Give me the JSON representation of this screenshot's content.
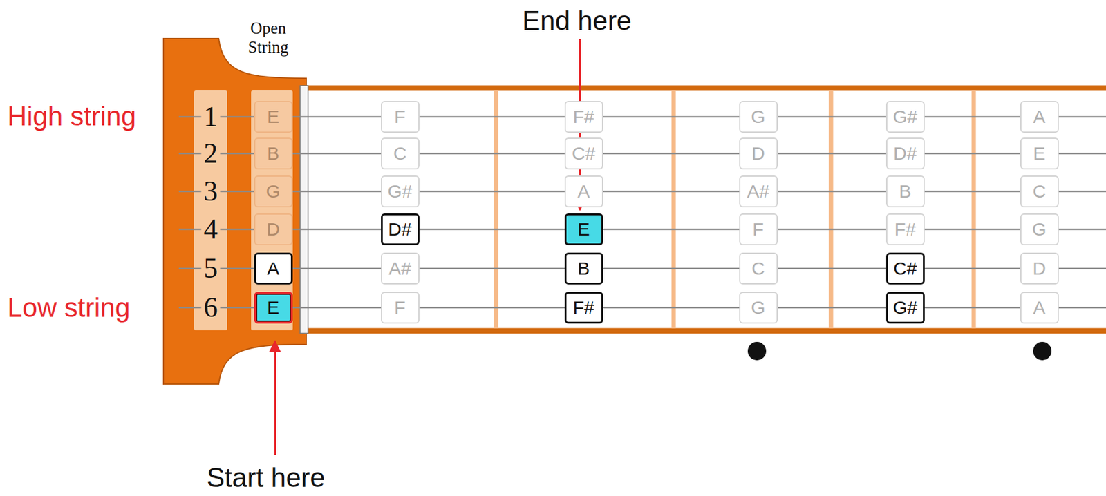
{
  "diagram": {
    "nodes": [
      {
        "text": [
          "E"
        ]
      },
      {
        "text": [
          "F"
        ]
      },
      {
        "text": [
          "F#"
        ]
      },
      {
        "text": [
          "G"
        ]
      },
      {
        "text": [
          "G#"
        ]
      },
      {
        "text": [
          "A"
        ]
      },
      {
        "text": [
          "B"
        ]
      },
      {
        "text": [
          "C"
        ]
      },
      {
        "text": [
          "C#"
        ]
      },
      {
        "text": [
          "D"
        ]
      },
      {
        "text": [
          "D#"
        ]
      },
      {
        "text": [
          "E"
        ]
      },
      {
        "text": [
          "G"
        ]
      },
      {
        "text": [
          "G#"
        ]
      },
      {
        "text": [
          "A"
        ]
      },
      {
        "text": [
          "A#"
        ]
      },
      {
        "text": [
          "B"
        ]
      },
      {
        "text": [
          "C"
        ]
      },
      {
        "text": [
          "D"
        ]
      },
      {
        "text": [
          "D#"
        ]
      },
      {
        "text": [
          "E"
        ]
      },
      {
        "text": [
          "F"
        ]
      },
      {
        "text": [
          "F#"
        ]
      },
      {
        "text": [
          "G"
        ]
      },
      {
        "text": [
          "A"
        ]
      },
      {
        "text": [
          "A#"
        ]
      },
      {
        "text": [
          "B"
        ]
      },
      {
        "text": [
          "C"
        ]
      },
      {
        "text": [
          "C#"
        ]
      },
      {
        "text": [
          "D"
        ]
      },
      {
        "text": [
          "E"
        ]
      },
      {
        "text": [
          "F"
        ]
      },
      {
        "text": [
          "F#"
        ]
      },
      {
        "text": [
          "G"
        ]
      },
      {
        "text": [
          "G#"
        ]
      },
      {
        "text": [
          "A"
        ]
      }
    ],
    "labels": [
      "End here",
      "Open String",
      "High string",
      "1",
      "2",
      "3",
      "4",
      "5",
      "6",
      "Low string",
      "Start here"
    ]
  }
}
